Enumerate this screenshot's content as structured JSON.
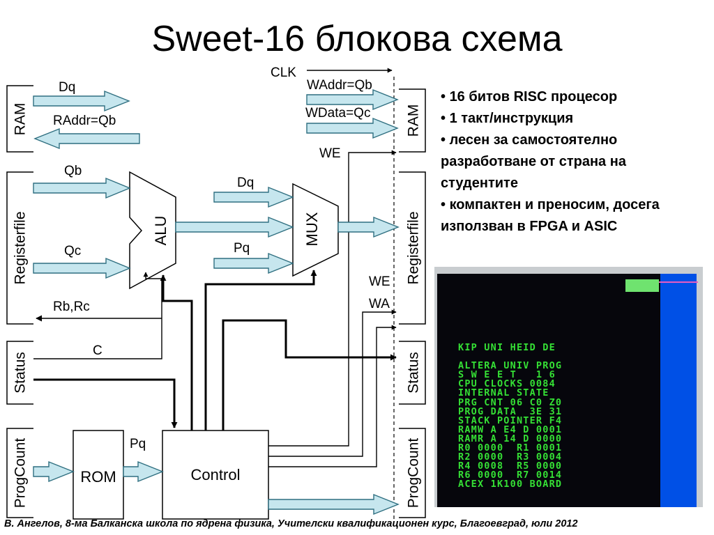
{
  "title": "Sweet-16 блокова схема",
  "diagram": {
    "left_blocks": [
      "RAM",
      "Registerfile",
      "Status",
      "ProgCount"
    ],
    "right_blocks": [
      "RAM",
      "Registerfile",
      "Status",
      "ProgCount"
    ],
    "units": {
      "alu": "ALU",
      "mux": "MUX",
      "rom": "ROM",
      "control": "Control"
    },
    "signals": {
      "dq_top": "Dq",
      "raddr": "RAddr=Qb",
      "qb": "Qb",
      "qc": "Qc",
      "rb_rc": "Rb,Rc",
      "c": "C",
      "dq_mux": "Dq",
      "pq_mux": "Pq",
      "pq_rom": "Pq",
      "clk": "CLK",
      "waddr": "WAddr=Qb",
      "wdata": "WData=Qc",
      "we_top": "WE",
      "we_mid": "WE",
      "wa": "WA"
    }
  },
  "bullets": [
    "16 битов RISC процесор",
    "1 такт/инструкция",
    "лесен за самостоятелно разработване от страна на студентите",
    "компактен и преносим, досега използван в FPGA и ASIC"
  ],
  "screen_lines": [
    "KIP UNI HEID DE",
    "",
    "ALTERA UNIV PROG",
    "S W E E T   1 6",
    "CPU CLOCKS 0084",
    "INTERNAL STATE",
    "PRG CNT 06 C0 Z0",
    "PROG DATA  3E 31",
    "STACK POINTER F4",
    "RAMW A E4 D 0001",
    "RAMR A 14 D 0000",
    "R0 0000  R1 0001",
    "R2 0000  R3 0004",
    "R4 0008  R5 0000",
    "R6 0000  R7 0014",
    "ACEX 1K100 BOARD"
  ],
  "footer": "В. Ангелов, 8-ма Балканска школа по ядрена физика, Учителски квалификационен курс, Благоевград, юли 2012",
  "colors": {
    "arrow_fill": "#c6e6ee",
    "arrow_stroke": "#2f6f80",
    "screen_text": "#35e035",
    "screen_blue": "#0050e6"
  }
}
